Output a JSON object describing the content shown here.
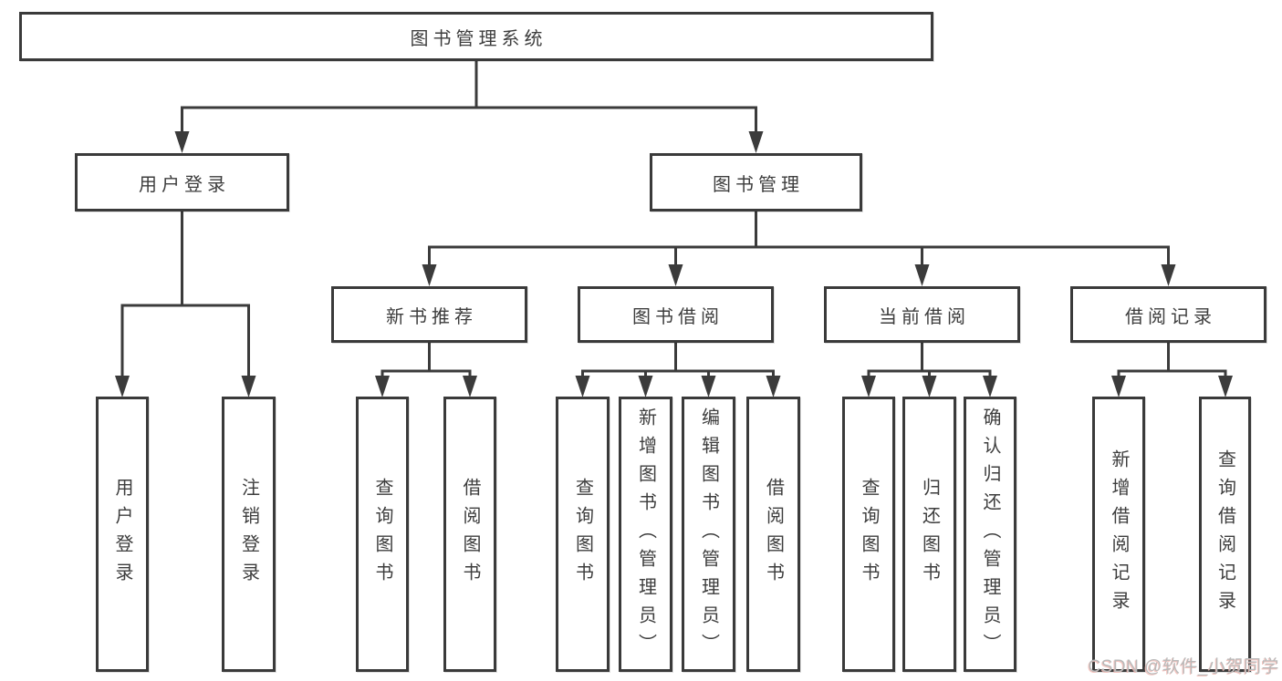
{
  "diagram": {
    "type": "tree",
    "nodes": {
      "root": {
        "label": "图书管理系统"
      },
      "user_login": {
        "label": "用户登录"
      },
      "book_mgmt": {
        "label": "图书管理"
      },
      "new_book_rec": {
        "label": "新书推荐"
      },
      "book_borrow": {
        "label": "图书借阅"
      },
      "current_borrow": {
        "label": "当前借阅"
      },
      "borrow_records": {
        "label": "借阅记录"
      },
      "leaf_user_login": {
        "label": "用户登录"
      },
      "leaf_logout": {
        "label": "注销登录"
      },
      "leaf_query_book_1": {
        "label": "查询图书"
      },
      "leaf_borrow_book_1": {
        "label": "借阅图书"
      },
      "leaf_query_book_2": {
        "label": "查询图书"
      },
      "leaf_add_book": {
        "label": "新增图书（管理员）"
      },
      "leaf_edit_book": {
        "label": "编辑图书（管理员）"
      },
      "leaf_borrow_book_2": {
        "label": "借阅图书"
      },
      "leaf_query_book_3": {
        "label": "查询图书"
      },
      "leaf_return_book": {
        "label": "归还图书"
      },
      "leaf_confirm_return": {
        "label": "确认归还（管理员）"
      },
      "leaf_add_borrow_record": {
        "label": "新增借阅记录"
      },
      "leaf_query_borrow_record": {
        "label": "查询借阅记录"
      }
    },
    "structure": {
      "root": [
        "user_login",
        "book_mgmt"
      ],
      "user_login": [
        "leaf_user_login",
        "leaf_logout"
      ],
      "book_mgmt": [
        "new_book_rec",
        "book_borrow",
        "current_borrow",
        "borrow_records"
      ],
      "new_book_rec": [
        "leaf_query_book_1",
        "leaf_borrow_book_1"
      ],
      "book_borrow": [
        "leaf_query_book_2",
        "leaf_add_book",
        "leaf_edit_book",
        "leaf_borrow_book_2"
      ],
      "current_borrow": [
        "leaf_query_book_3",
        "leaf_return_book",
        "leaf_confirm_return"
      ],
      "borrow_records": [
        "leaf_add_borrow_record",
        "leaf_query_borrow_record"
      ]
    },
    "colors": {
      "line": "#3b3b3b",
      "box_border": "#3a3a3a",
      "box_fill": "#ffffff",
      "text": "#3d3d3d",
      "background": "#ffffff"
    }
  },
  "watermark": {
    "text": "CSDN @软件_小贺同学",
    "color": "#bababa",
    "shadow_color": "#f2bab4"
  }
}
